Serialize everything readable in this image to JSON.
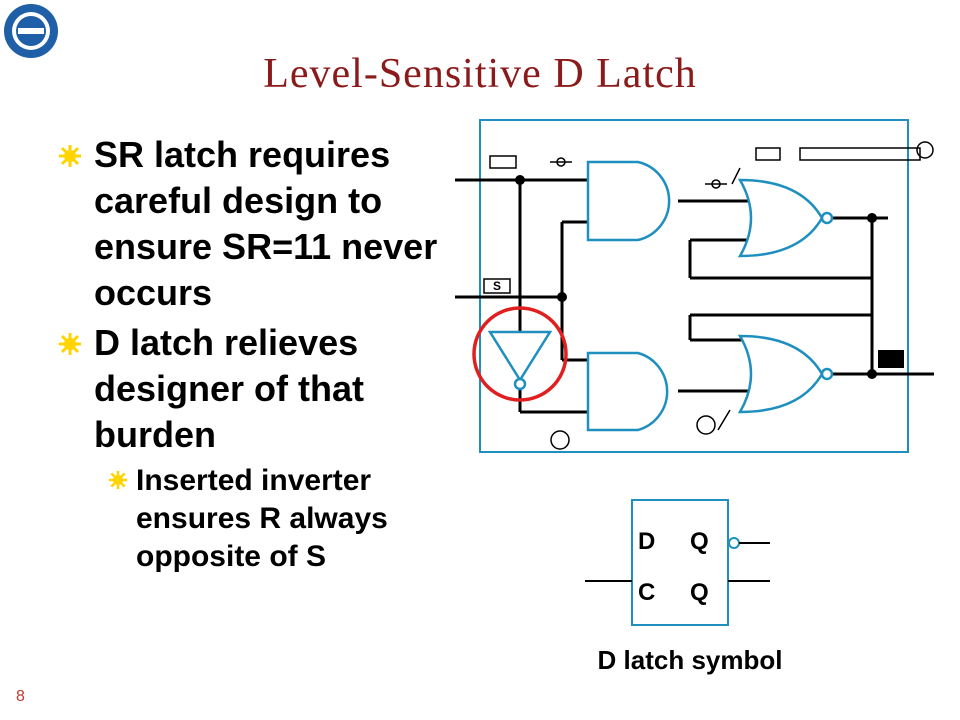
{
  "title": "Level-Sensitive D Latch",
  "bullets": [
    {
      "text": "SR latch requires careful design to ensure SR=11 never occurs"
    },
    {
      "text": "D latch relieves designer of that burden"
    }
  ],
  "sub_bullets": [
    {
      "text": "Inserted inverter ensures R always opposite of S"
    }
  ],
  "diagram": {
    "signal_label": "S",
    "symbol_labels": {
      "d": "D",
      "q": "Q",
      "c": "C",
      "qbar": "Q"
    }
  },
  "caption": "D latch symbol",
  "page_number": "8",
  "colors": {
    "title": "#8b1a1a",
    "gate": "#1e8fbf",
    "highlight": "#e02020",
    "bullet": "#ffd400"
  }
}
